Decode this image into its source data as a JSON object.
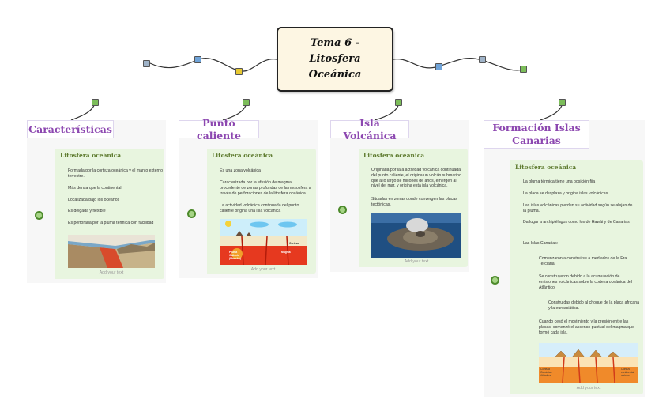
{
  "central": {
    "title": "Tema 6 -\nLitosfera\nOceánica"
  },
  "colors": {
    "topic_text": "#8c47b0",
    "card_bg": "#e8f5df",
    "card_title": "#5d7a2e",
    "wire": "#333333",
    "node": "#a6d486"
  },
  "icons": {
    "connector": "gear-icon",
    "link": "note-icon"
  },
  "topics": [
    {
      "title": "Características",
      "card_title": "Litosfera oceánica",
      "items": [
        "Formada por la corteza oceánica y el manto externo terrestre.",
        "Más densa que la continental",
        "Localizada bajo los océanos",
        "Es delgada y flexible",
        "Es perforada por la pluma térmica con facilidad"
      ],
      "image": "subduction-block-diagram",
      "placeholder": "Add your text"
    },
    {
      "title": "Punto caliente",
      "card_title": "Litosfera oceánica",
      "items": [
        "Es una zona volcánica",
        "Caracterizada por la efusión de magma procedente de zonas profundas de la mesosfera a través de perforaciones de la litosfera oceánica.",
        "La actividad volcánica continuada del punto caliente origina una isla volcánica"
      ],
      "image": "hotspot-diagram",
      "image_labels": [
        "Pluma",
        "Caliente",
        "(Mancha)",
        "Magma",
        "Corteza"
      ],
      "placeholder": "Add your text"
    },
    {
      "title": "Isla Volcánica",
      "card_title": "Litosfera oceánica",
      "items": [
        "Originada por la a actividad volcánica continuada del punto caliente, el origina un volcán submarino que a lo largo se millones de años, emergen al nivel del mar, y origina esta isla volcánica.",
        "Situadas en zonas donde convergen las placas tectónicas."
      ],
      "image": "volcanic-island-photo",
      "placeholder": "Add your text"
    },
    {
      "title": "Formación Islas\nCanarias",
      "card_title": "Litosfera oceánica",
      "items": [
        "La pluma térmica tiene una posición fija",
        "La placa se desplaza y origina islas volcánicas.",
        "Las islas volcánicas pierden su actividad según se alejan de la pluma.",
        "Da lugar a archipiélagos como los de Hawái y de Canarias.",
        "Las Islas Canarias:",
        "Comenzaron a construirse a mediados de la Era Terciaria",
        "Se construyeron debido a la acumulación de emisiones volcánicas sobre la corteza oceánica del Atlántico.",
        "Construidas debido al choque de la placa africana y la euroasiática.",
        "Cuando cesó el movimiento y la presión entre las placas, comenzó el ascenso puntual del magma que formó cada isla."
      ],
      "image": "canary-islands-cross-section",
      "image_labels": [
        "Corteza Oceánica Atlántica",
        "Corteza continental africana"
      ],
      "placeholder": "Add your text"
    }
  ]
}
